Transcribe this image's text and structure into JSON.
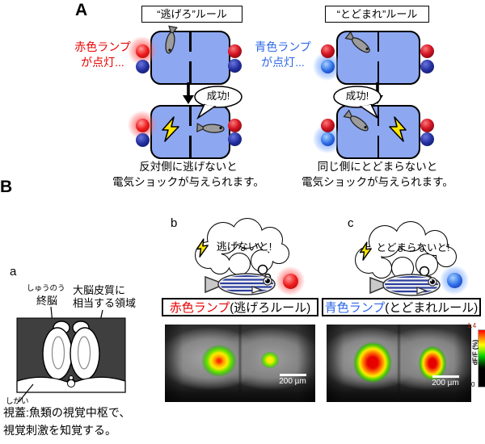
{
  "figure": {
    "panelA": {
      "label": "A",
      "escape": {
        "title": "“逃げろ”ルール",
        "lamp_line1": "赤色ランプ",
        "lamp_line2": "が点灯...",
        "success": "成功!",
        "caption1": "反対側に逃げないと",
        "caption2": "電気ショックが与えられます。"
      },
      "stay": {
        "title": "“とどまれ”ルール",
        "lamp_line1": "青色ランプ",
        "lamp_line2": "が点灯...",
        "success": "成功!",
        "caption1": "同じ側にとどまらないと",
        "caption2": "電気ショックが与えられます。"
      }
    },
    "panelB": {
      "label": "B",
      "brain": {
        "label": "a",
        "ruby_telencephalon": "しゅうのう",
        "telencephalon": "終脳",
        "cortex1": "大脳皮質に",
        "cortex2": "相当する領域",
        "ruby_tectum": "しがい",
        "tectum_desc1": "視蓋:魚類の視覚中枢で、",
        "tectum_desc2": "視覚刺激を知覚する。"
      },
      "imaging_red": {
        "label": "b",
        "thought": "逃げないと!",
        "box_lamp": "赤色ランプ",
        "box_rule": "(逃げろルール)",
        "scalebar": "200 µm"
      },
      "imaging_blue": {
        "label": "c",
        "thought": "とどまらないと!",
        "box_lamp": "青色ランプ",
        "box_rule": "(とどまれルール)",
        "scalebar": "200 µm"
      },
      "colorbar": {
        "max": "1.4",
        "min": "0",
        "label": "dF/F (%)"
      }
    },
    "colors": {
      "red_accent": "#e80000",
      "blue_accent": "#2b66e8",
      "tank_fill": "#8da7f0",
      "bolt_yellow": "#ffe600"
    }
  }
}
